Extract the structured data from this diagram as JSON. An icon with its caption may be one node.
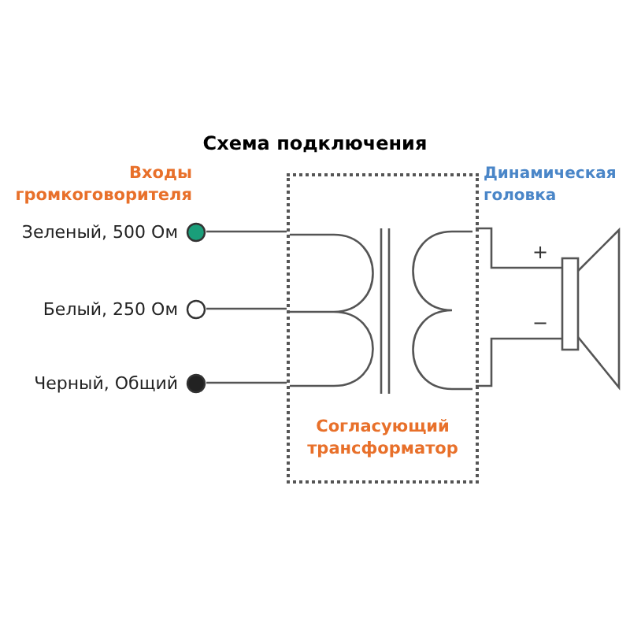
{
  "diagram": {
    "title": "Схема подключения",
    "nodes": [
      {
        "text": [
          "Согласующий трансформатор"
        ]
      },
      {
        "text": [],
        "shape": "circle",
        "beside": [
          "Зеленый, 500 Ом"
        ]
      },
      {
        "text": [],
        "shape": "circle",
        "beside": [
          "Белый, 250 Ом"
        ]
      },
      {
        "text": [],
        "shape": "circle",
        "beside": [
          "Черный, Общий"
        ]
      },
      {
        "text": [
          "Динамическая головка"
        ]
      }
    ],
    "edges": [
      {
        "from": 1,
        "to": 0,
        "arrow": "none"
      },
      {
        "from": 2,
        "to": 0,
        "arrow": "none"
      },
      {
        "from": 3,
        "to": 0,
        "arrow": "none"
      },
      {
        "from": 0,
        "to": 4,
        "arrow": "none",
        "label": "+"
      },
      {
        "from": 0,
        "to": 4,
        "arrow": "none",
        "label": "−"
      }
    ],
    "labels": [
      "Входы громкоговорителя"
    ]
  }
}
